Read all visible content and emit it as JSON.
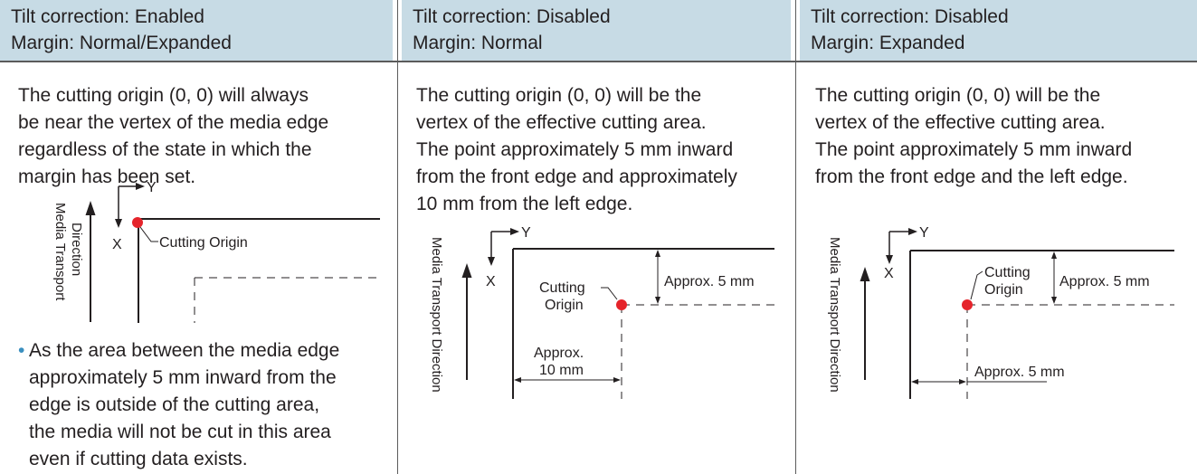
{
  "columns": [
    {
      "header": {
        "line1": "Tilt correction: Enabled",
        "line2": "Margin: Normal/Expanded"
      },
      "description": [
        "The cutting origin (0, 0) will always",
        "be near the vertex of the media edge",
        "regardless of the state in which the",
        "margin has been set."
      ],
      "diagram": {
        "transport_label_1": "Media Transport",
        "transport_label_2": "Direction",
        "y_label": "Y",
        "x_label": "X",
        "origin_label": "Cutting Origin"
      },
      "note": {
        "bullet": "•",
        "lines": [
          "As the area between the media edge",
          "approximately 5 mm inward from the",
          "edge is outside of the cutting area,",
          "the media will not be cut in this area",
          "even if cutting data exists."
        ]
      }
    },
    {
      "header": {
        "line1": "Tilt correction: Disabled",
        "line2": "Margin: Normal"
      },
      "description": [
        "The cutting origin (0, 0) will be the",
        "vertex of the effective cutting area.",
        "The point approximately 5 mm inward",
        "from the front edge and approximately",
        "10 mm from the left edge."
      ],
      "diagram": {
        "transport_label": "Media Transport Direction",
        "y_label": "Y",
        "x_label": "X",
        "origin_label_1": "Cutting",
        "origin_label_2": "Origin",
        "front_margin_label": "Approx. 5 mm",
        "left_margin_label_1": "Approx.",
        "left_margin_label_2": "10 mm"
      }
    },
    {
      "header": {
        "line1": "Tilt correction: Disabled",
        "line2": "Margin: Expanded"
      },
      "description": [
        "The cutting origin (0, 0) will be the",
        "vertex of the effective cutting area.",
        "The point approximately 5 mm inward",
        "from the front edge and the left edge."
      ],
      "diagram": {
        "transport_label": "Media Transport Direction",
        "y_label": "Y",
        "x_label": "X",
        "origin_label_1": "Cutting",
        "origin_label_2": "Origin",
        "front_margin_label": "Approx. 5 mm",
        "left_margin_label": "Approx. 5 mm"
      }
    }
  ],
  "colors": {
    "header_background": "#c7dbe5",
    "origin_dot": "#e5242b",
    "bullet": "#3a8fbf",
    "text": "#231f20"
  }
}
